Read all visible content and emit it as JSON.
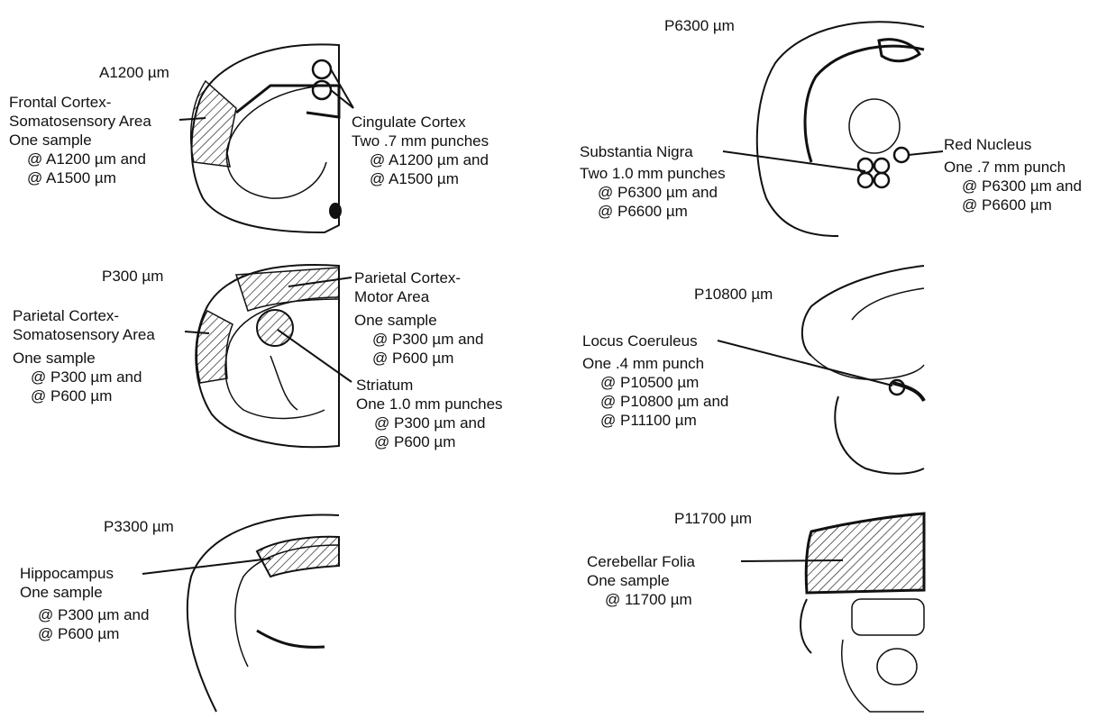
{
  "sections": {
    "a1200": {
      "title": "A1200 µm",
      "region_left": [
        "Frontal Cortex-",
        "Somatosensory Area",
        "One sample",
        "@ A1200 µm and",
        "@ A1500 µm"
      ],
      "region_right": [
        "Cingulate Cortex",
        "Two .7 mm punches",
        "@ A1200 µm and",
        "@ A1500 µm"
      ]
    },
    "p300": {
      "title": "P300 µm",
      "region_left": [
        "Parietal Cortex-",
        "Somatosensory Area",
        "One sample",
        "@ P300 µm and",
        "@ P600 µm"
      ],
      "region_top": [
        "Parietal Cortex-",
        "Motor Area",
        "One sample",
        "@ P300 µm and",
        "@ P600 µm"
      ],
      "region_bottom": [
        "Striatum",
        "One 1.0 mm punches",
        "@ P300 µm and",
        "@ P600 µm"
      ]
    },
    "p3300": {
      "title": "P3300 µm",
      "region_left": [
        "Hippocampus",
        "One sample",
        "@ P300 µm and",
        "@ P600 µm"
      ]
    },
    "p6300": {
      "title": "P6300 µm",
      "region_left": [
        "Substantia Nigra",
        "Two 1.0 mm punches",
        "@ P6300 µm and",
        "@ P6600 µm"
      ],
      "region_right": [
        "Red Nucleus",
        "One .7 mm punch",
        "@ P6300 µm and",
        "@ P6600 µm"
      ]
    },
    "p10800": {
      "title": "P10800 µm",
      "region_left": [
        "Locus Coeruleus",
        "One .4 mm punch",
        "@ P10500 µm",
        "@ P10800 µm and",
        "@ P11100 µm"
      ]
    },
    "p11700": {
      "title": "P11700 µm",
      "region_left": [
        "Cerebellar Folia",
        "One sample",
        "@ 11700 µm"
      ]
    }
  }
}
